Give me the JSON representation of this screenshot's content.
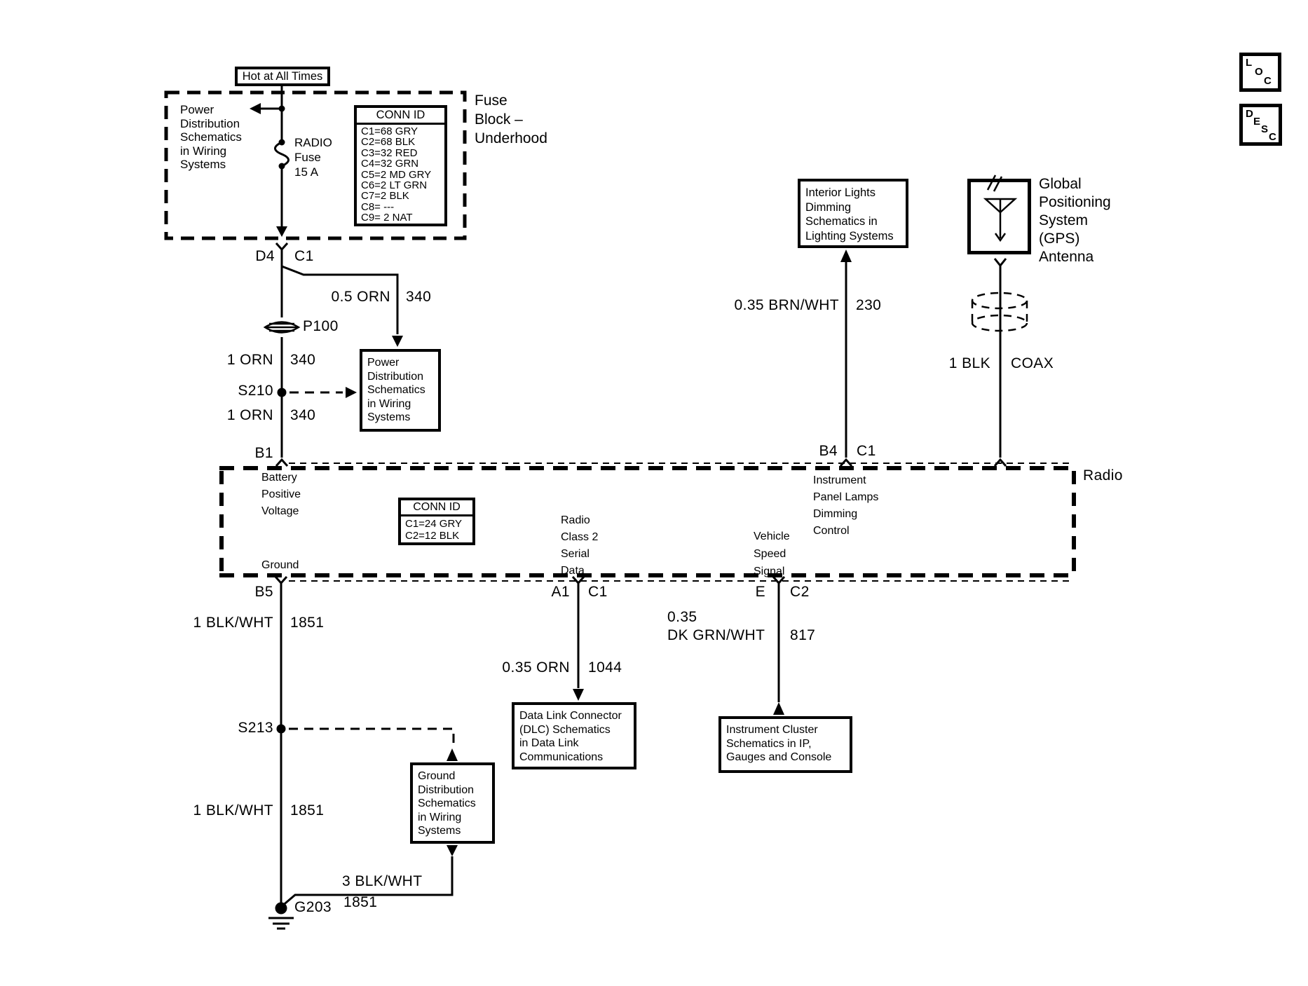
{
  "corner_buttons": {
    "loc": [
      "L",
      "O",
      "C"
    ],
    "desc": [
      "D",
      "E",
      "S",
      "C"
    ]
  },
  "fuse_block": {
    "hot_label": "Hot at All Times",
    "title": [
      "Fuse",
      "Block –",
      "Underhood"
    ],
    "ref_text": [
      "Power",
      "Distribution",
      "Schematics",
      "in Wiring",
      "Systems"
    ],
    "fuse": {
      "name": "RADIO",
      "type": "Fuse",
      "rating": "15 A"
    },
    "conn_id": {
      "title": "CONN ID",
      "rows": [
        "C1=68 GRY",
        "C2=68 BLK",
        "C3=32 RED",
        "C4=32 GRN",
        "C5=2 MD GRY",
        "C6=2 LT GRN",
        "C7=2 BLK",
        "C8= ---",
        "C9= 2 NAT"
      ]
    },
    "pin_left": "D4",
    "pin_right": "C1"
  },
  "wires": {
    "orn_branch": {
      "label": "0.5 ORN",
      "circuit": "340"
    },
    "orn_upper": {
      "label": "1 ORN",
      "circuit": "340"
    },
    "orn_lower": {
      "label": "1 ORN",
      "circuit": "340"
    },
    "brn_wht": {
      "label": "0.35 BRN/WHT",
      "circuit": "230"
    },
    "coax": {
      "label": "1 BLK",
      "circuit": "COAX"
    },
    "orn_dlc": {
      "label": "0.35 ORN",
      "circuit": "1044"
    },
    "vss": {
      "size": "0.35",
      "label": "DK GRN/WHT",
      "circuit": "817"
    },
    "blkwht_upper": {
      "label": "1 BLK/WHT",
      "circuit": "1851"
    },
    "blkwht_lower": {
      "label": "1 BLK/WHT",
      "circuit": "1851"
    },
    "blkwht_ground": {
      "label": "3 BLK/WHT",
      "circuit": "1851"
    }
  },
  "symbols": {
    "grommet": "P100",
    "splice_upper": "S210",
    "splice_lower": "S213",
    "ground_id": "G203"
  },
  "ref_boxes": {
    "power_dist": [
      "Power",
      "Distribution",
      "Schematics",
      "in Wiring",
      "Systems"
    ],
    "interior_lights": [
      "Interior Lights",
      "Dimming",
      "Schematics in",
      "Lighting Systems"
    ],
    "dlc": [
      "Data Link Connector",
      "(DLC) Schematics",
      "in Data Link",
      "Communications"
    ],
    "instrument_cluster": [
      "Instrument Cluster",
      "Schematics in IP,",
      "Gauges and Console"
    ],
    "ground_dist": [
      "Ground",
      "Distribution",
      "Schematics",
      "in Wiring",
      "Systems"
    ]
  },
  "gps": {
    "label": [
      "Global",
      "Positioning",
      "System",
      "(GPS)",
      "Antenna"
    ]
  },
  "radio": {
    "name": "Radio",
    "battery": [
      "Battery",
      "Positive",
      "Voltage"
    ],
    "ground": "Ground",
    "conn_id": {
      "title": "CONN ID",
      "rows": [
        "C1=24 GRY",
        "C2=12 BLK"
      ]
    },
    "class2": [
      "Radio",
      "Class 2",
      "Serial",
      "Data"
    ],
    "vss": [
      "Vehicle",
      "Speed",
      "Signal"
    ],
    "panel_lamps": [
      "Instrument",
      "Panel Lamps",
      "Dimming",
      "Control"
    ],
    "pins": {
      "b1": "B1",
      "b4": "B4",
      "b4_conn": "C1",
      "a1": "A1",
      "a1_conn": "C1",
      "e": "E",
      "e_conn": "C2",
      "b5": "B5"
    }
  }
}
